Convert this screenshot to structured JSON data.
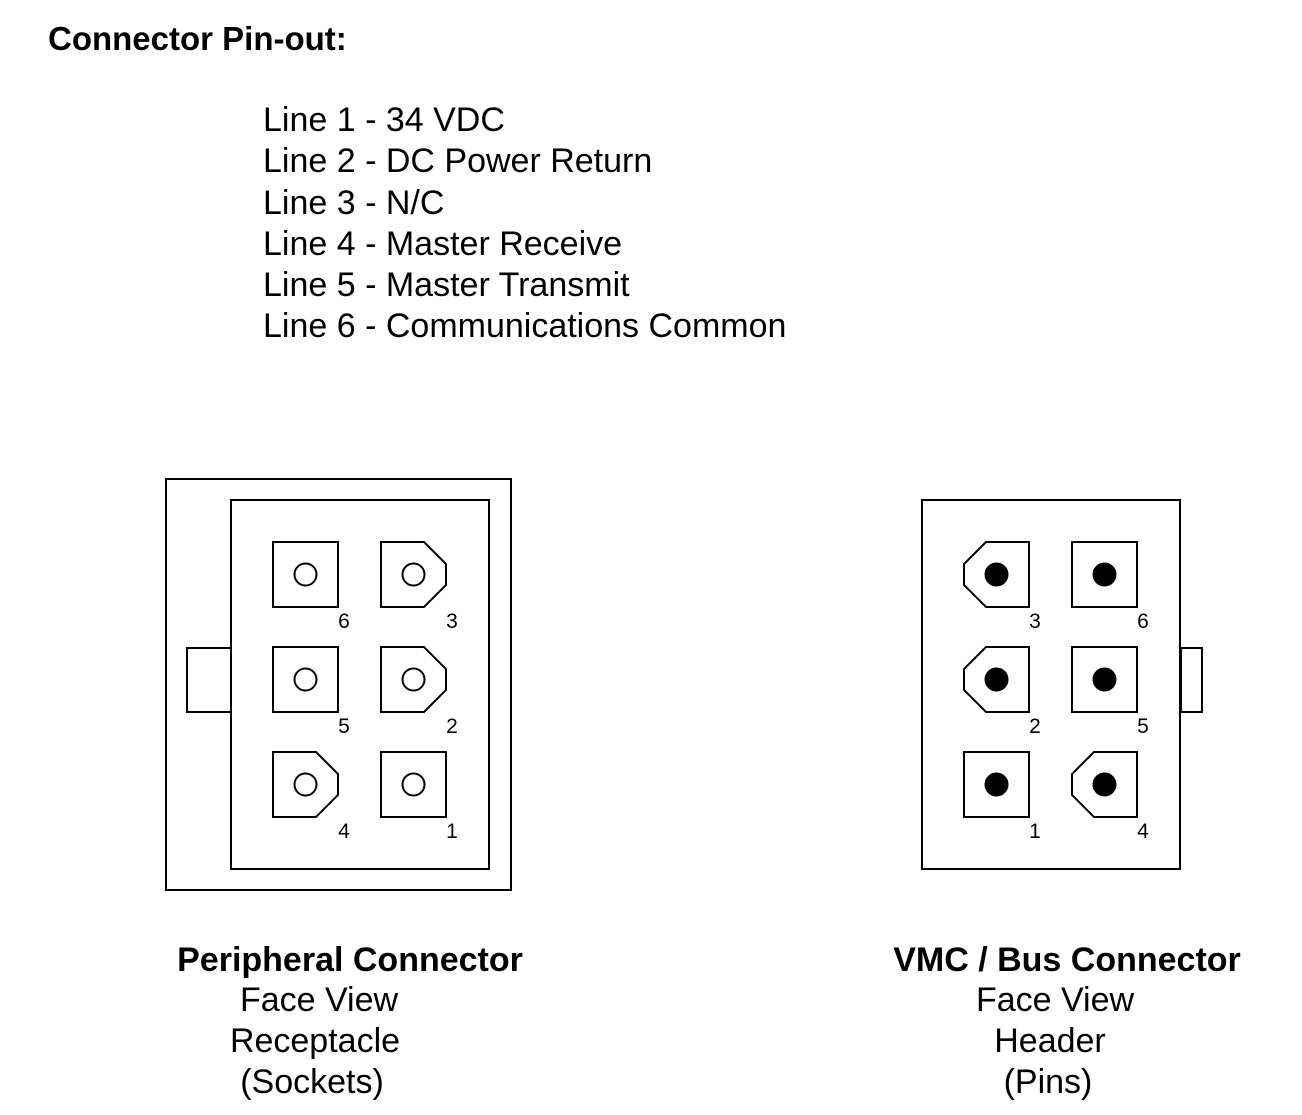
{
  "title": "Connector Pin-out:",
  "lines": [
    "Line 1 - 34 VDC",
    "Line 2 - DC Power Return",
    "Line 3 - N/C",
    "Line 4 - Master Receive",
    "Line 5 - Master Transmit",
    "Line 6 - Communications Common"
  ],
  "peripheral": {
    "title": "Peripheral Connector",
    "lines": [
      "Face View",
      "Receptacle",
      "(Sockets)"
    ],
    "pins": [
      {
        "label": "6",
        "shape": "square",
        "contact": "socket"
      },
      {
        "label": "3",
        "shape": "chamfer-right",
        "contact": "socket"
      },
      {
        "label": "5",
        "shape": "square",
        "contact": "socket"
      },
      {
        "label": "2",
        "shape": "chamfer-right",
        "contact": "socket"
      },
      {
        "label": "4",
        "shape": "chamfer-right",
        "contact": "socket"
      },
      {
        "label": "1",
        "shape": "square",
        "contact": "socket"
      }
    ]
  },
  "vmc": {
    "title": "VMC / Bus Connector",
    "lines": [
      "Face View",
      "Header",
      "(Pins)"
    ],
    "pins": [
      {
        "label": "3",
        "shape": "chamfer-left",
        "contact": "pin"
      },
      {
        "label": "6",
        "shape": "square",
        "contact": "pin"
      },
      {
        "label": "2",
        "shape": "chamfer-left",
        "contact": "pin"
      },
      {
        "label": "5",
        "shape": "square",
        "contact": "pin"
      },
      {
        "label": "1",
        "shape": "square",
        "contact": "pin"
      },
      {
        "label": "4",
        "shape": "chamfer-left",
        "contact": "pin"
      }
    ]
  }
}
